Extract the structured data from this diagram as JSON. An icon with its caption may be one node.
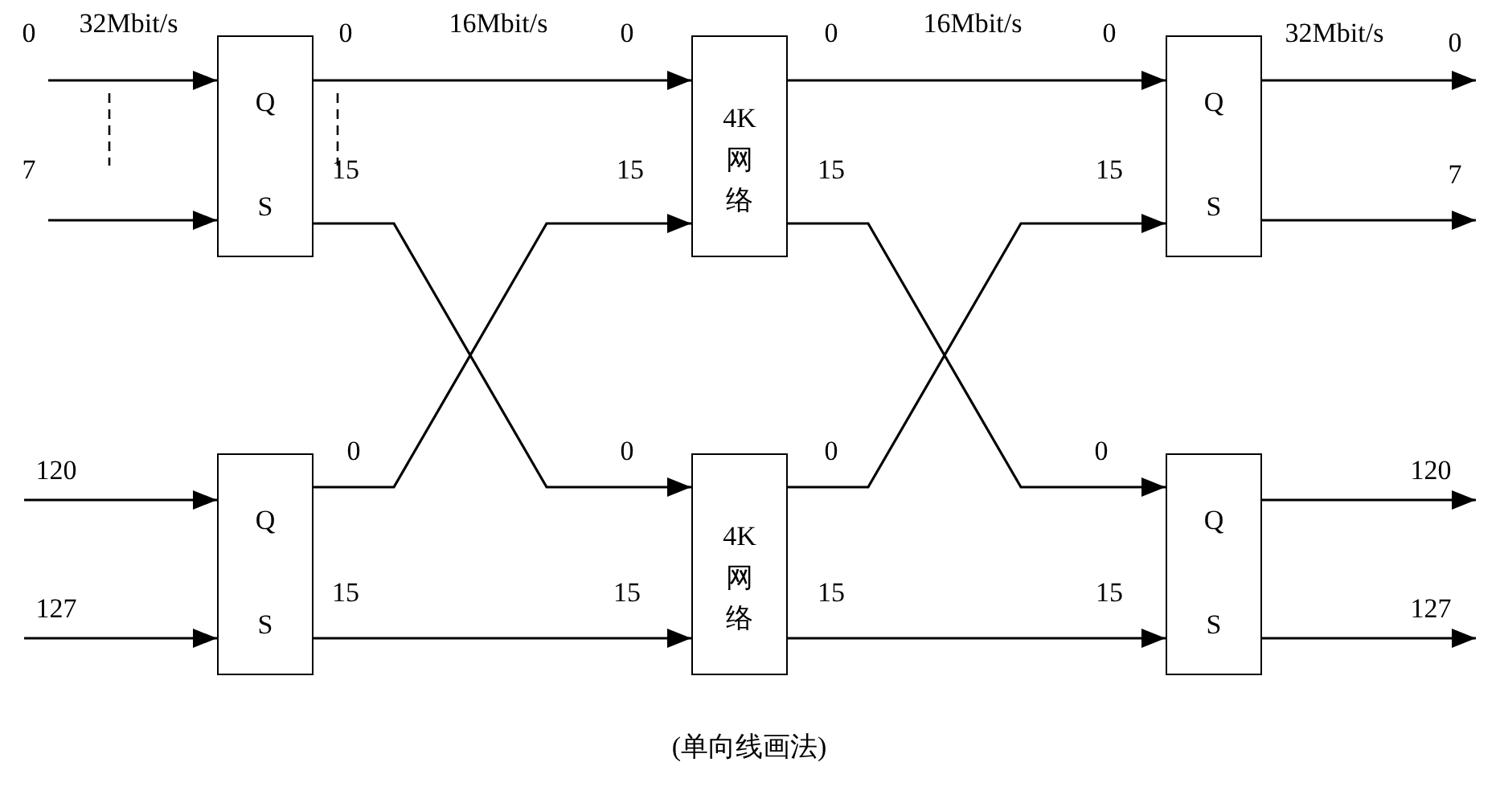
{
  "diagram": {
    "caption": "(单向线画法)",
    "nodes": [
      {
        "text": [
          "Q",
          "S"
        ]
      },
      {
        "text": [
          "4K网络"
        ]
      },
      {
        "text": [
          "Q",
          "S"
        ]
      },
      {
        "text": [
          "Q",
          "S"
        ]
      },
      {
        "text": [
          "4K网络"
        ]
      },
      {
        "text": [
          "Q",
          "S"
        ]
      }
    ],
    "edges": [
      {
        "from": null,
        "to": 0,
        "arrow": "to",
        "label": "32Mbit/s"
      },
      {
        "from": null,
        "to": 0,
        "arrow": "to"
      },
      {
        "from": null,
        "to": 3,
        "arrow": "to"
      },
      {
        "from": null,
        "to": 3,
        "arrow": "to"
      },
      {
        "from": 0,
        "to": 1,
        "arrow": "to",
        "label": "16Mbit/s"
      },
      {
        "from": 0,
        "to": 4,
        "arrow": "to"
      },
      {
        "from": 3,
        "to": 1,
        "arrow": "to"
      },
      {
        "from": 3,
        "to": 4,
        "arrow": "to"
      },
      {
        "from": 1,
        "to": 2,
        "arrow": "to",
        "label": "16Mbit/s"
      },
      {
        "from": 1,
        "to": 5,
        "arrow": "to"
      },
      {
        "from": 4,
        "to": 2,
        "arrow": "to"
      },
      {
        "from": 4,
        "to": 5,
        "arrow": "to"
      },
      {
        "from": 2,
        "to": null,
        "arrow": "to",
        "label": "32Mbit/s"
      },
      {
        "from": 2,
        "to": null,
        "arrow": "to"
      },
      {
        "from": 5,
        "to": null,
        "arrow": "to"
      },
      {
        "from": 5,
        "to": null,
        "arrow": "to"
      }
    ],
    "labels": [
      "0",
      "0",
      "0",
      "0",
      "0",
      "0",
      "7",
      "15",
      "15",
      "15",
      "15",
      "7",
      "120",
      "0",
      "0",
      "0",
      "0",
      "120",
      "127",
      "15",
      "15",
      "15",
      "15",
      "127"
    ]
  }
}
